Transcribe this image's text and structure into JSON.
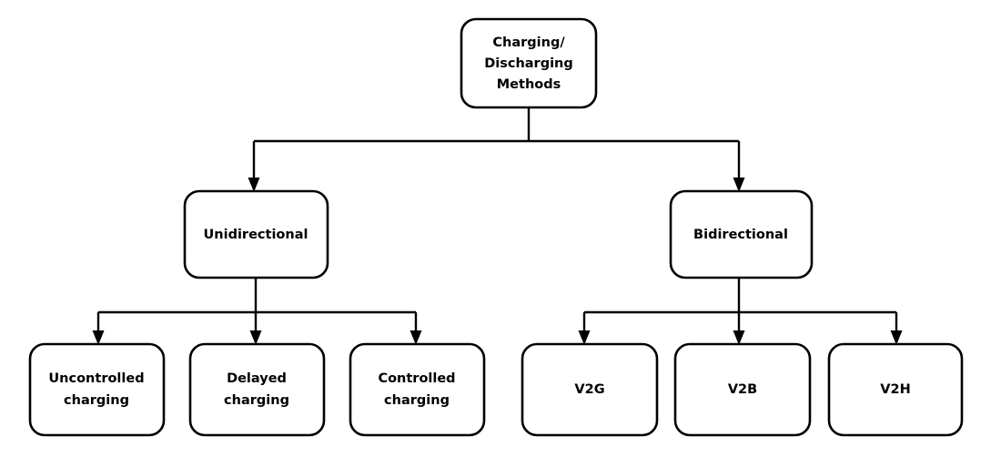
{
  "diagram": {
    "title_node": {
      "id": "root",
      "lines": [
        "Charging/",
        "Discharging",
        "Methods"
      ],
      "text": "Charging/ Discharging Methods"
    },
    "level2": [
      {
        "id": "unidirectional",
        "lines": [
          "Unidirectional"
        ],
        "text": "Unidirectional"
      },
      {
        "id": "bidirectional",
        "lines": [
          "Bidirectional"
        ],
        "text": "Bidirectional"
      }
    ],
    "level3_left": [
      {
        "id": "uncontrolled-charging",
        "lines": [
          "Uncontrolled",
          "charging"
        ],
        "text": "Uncontrolled charging"
      },
      {
        "id": "delayed-charging",
        "lines": [
          "Delayed",
          "charging"
        ],
        "text": "Delayed charging"
      },
      {
        "id": "controlled-charging",
        "lines": [
          "Controlled",
          "charging"
        ],
        "text": "Controlled charging"
      }
    ],
    "level3_right": [
      {
        "id": "v2g",
        "lines": [
          "V2G"
        ],
        "text": "V2G"
      },
      {
        "id": "v2b",
        "lines": [
          "V2B"
        ],
        "text": "V2B"
      },
      {
        "id": "v2h",
        "lines": [
          "V2H"
        ],
        "text": "V2H"
      }
    ],
    "style": {
      "background": "#ffffff",
      "box_fill": "#ffffff",
      "box_stroke": "#000000",
      "text_color": "#000000",
      "connector_color": "#000000"
    }
  }
}
